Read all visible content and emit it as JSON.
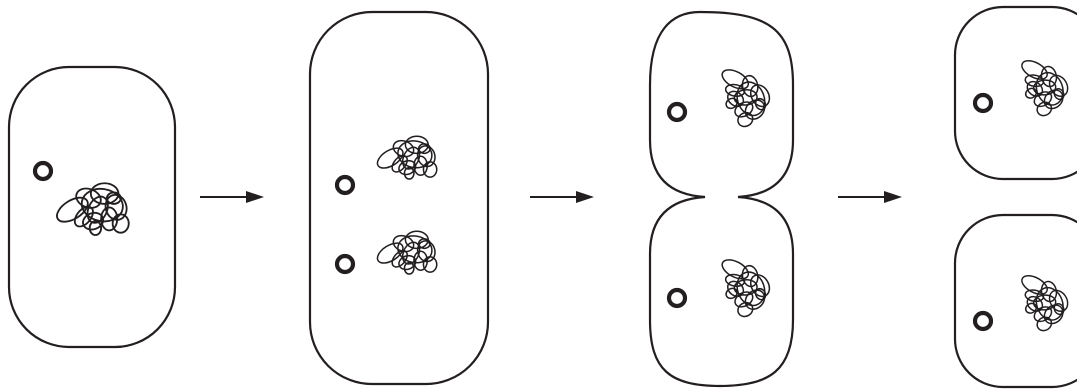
{
  "diagram": {
    "description_hidden": "",
    "colors": {
      "stroke": "#231f20",
      "background": "#ffffff"
    },
    "stages": [
      {
        "id": "single-cell",
        "cells": 1,
        "plasmids_per_cell": 1,
        "chromosomes_per_cell": 1
      },
      {
        "id": "replicated-cell",
        "cells": 1,
        "plasmids_per_cell": 2,
        "chromosomes_per_cell": 2
      },
      {
        "id": "dividing-cell",
        "cells": 2,
        "plasmids_per_cell": 1,
        "chromosomes_per_cell": 1
      },
      {
        "id": "daughter-cells",
        "cells": 2,
        "plasmids_per_cell": 1,
        "chromosomes_per_cell": 1
      }
    ],
    "arrows": 3,
    "icons": {
      "arrow": "right-arrow-icon",
      "plasmid": "plasmid-ring-icon",
      "chromosome": "chromosome-tangle-icon"
    }
  }
}
